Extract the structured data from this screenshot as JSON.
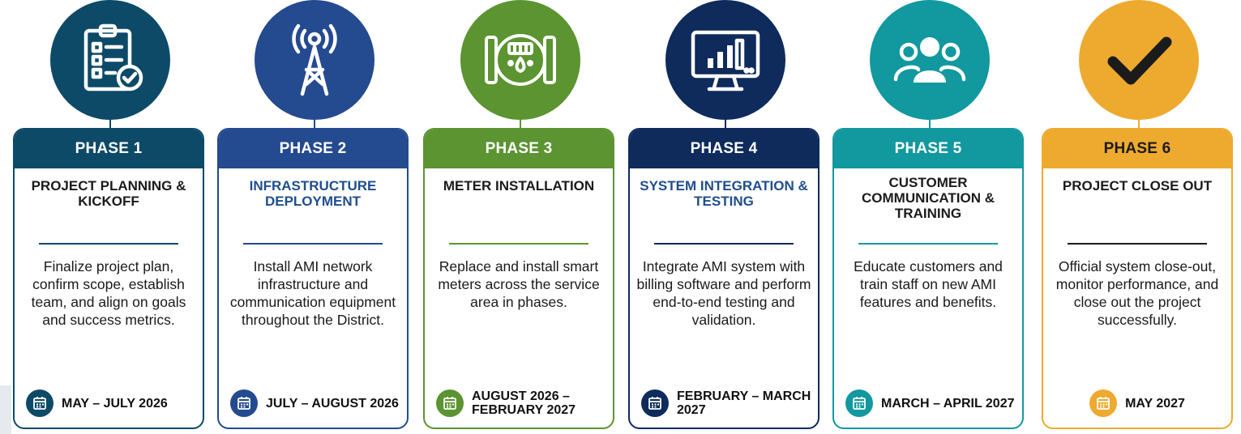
{
  "phases": [
    {
      "label": "PHASE 1",
      "title": "PROJECT PLANNING & KICKOFF",
      "title_color": "#1b1b1b",
      "description": "Finalize project plan, confirm scope, establish team, and align on goals and success metrics.",
      "date": "MAY – JULY 2026",
      "color": "#0d4a68",
      "icon": "checklist-icon"
    },
    {
      "label": "PHASE 2",
      "title": "INFRASTRUCTURE DEPLOYMENT",
      "title_color": "#1f4e8c",
      "description": "Install AMI network infrastructure and communication equipment throughout the District.",
      "date": "JULY – AUGUST 2026",
      "color": "#244a8f",
      "icon": "radio-tower-icon"
    },
    {
      "label": "PHASE 3",
      "title": "METER INSTALLATION",
      "title_color": "#1b1b1b",
      "description": "Replace and install smart meters across the service area in phases.",
      "date": "AUGUST 2026 – FEBRUARY 2027",
      "color": "#5b9431",
      "icon": "water-meter-icon"
    },
    {
      "label": "PHASE 4",
      "title": "SYSTEM INTEGRATION & TESTING",
      "title_color": "#1f4e8c",
      "description": "Integrate AMI system with billing software and perform end-to-end testing and validation.",
      "date": "FEBRUARY – MARCH 2027",
      "color": "#0e2b5c",
      "icon": "monitor-chart-icon"
    },
    {
      "label": "PHASE 5",
      "title": "CUSTOMER COMMUNICATION & TRAINING",
      "title_color": "#1b1b1b",
      "description": "Educate customers and train staff on new AMI features and benefits.",
      "date": "MARCH – APRIL 2027",
      "color": "#12989f",
      "icon": "people-group-icon"
    },
    {
      "label": "PHASE 6",
      "title": "PROJECT CLOSE OUT",
      "title_color": "#1b1b1b",
      "description": "Official system close-out, monitor performance, and close out the project successfully.",
      "date": "MAY 2027",
      "color": "#eeaa2f",
      "icon": "checkmark-icon"
    }
  ]
}
